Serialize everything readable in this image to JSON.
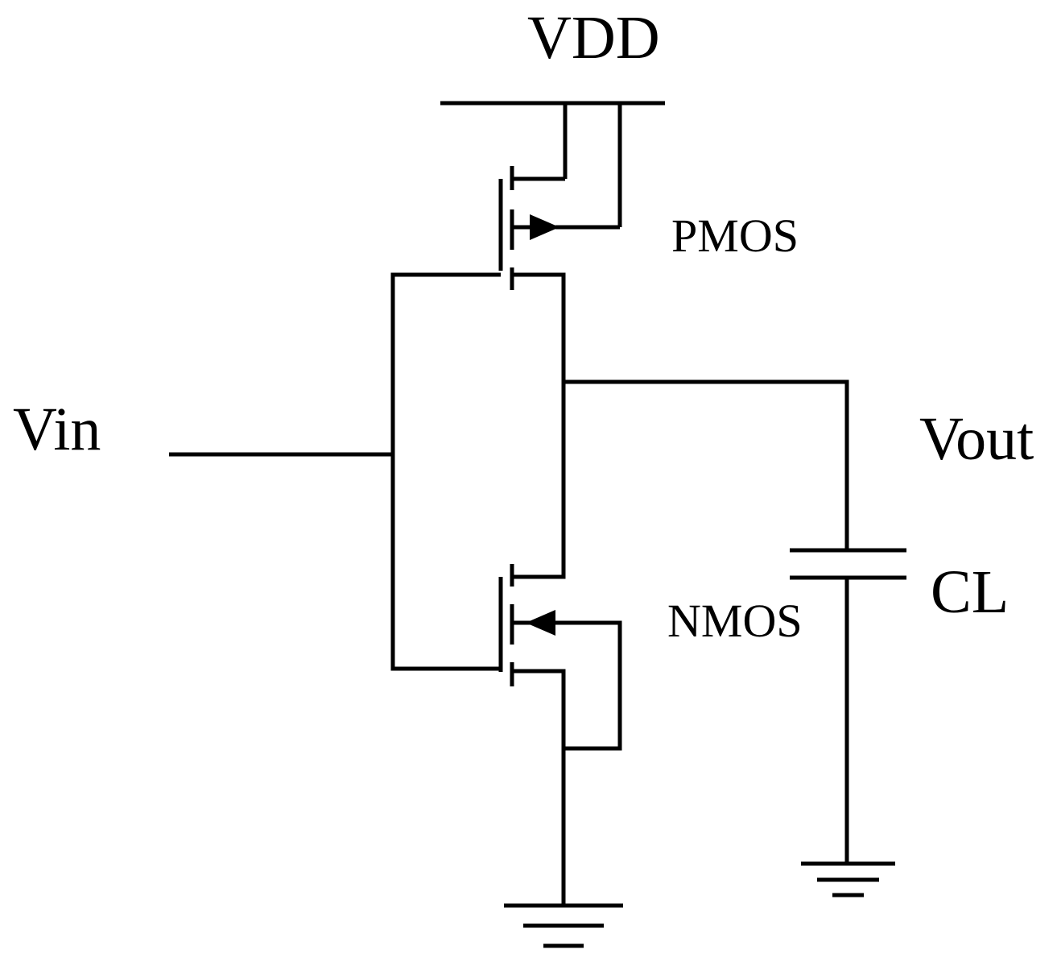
{
  "labels": {
    "vdd": "VDD",
    "pmos": "PMOS",
    "vin": "Vin",
    "vout": "Vout",
    "nmos": "NMOS",
    "cl": "CL"
  }
}
